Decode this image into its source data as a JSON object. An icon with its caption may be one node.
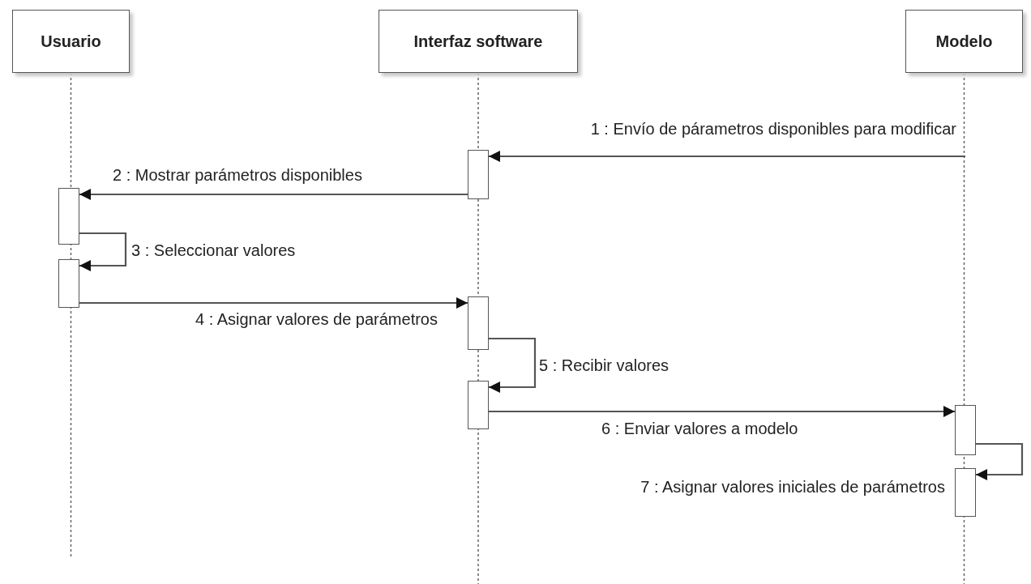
{
  "diagram": {
    "nodes": [
      {
        "text": [
          "Usuario"
        ]
      },
      {
        "text": [
          "Interfaz software"
        ]
      },
      {
        "text": [
          "Modelo"
        ]
      },
      {
        "text": [],
        "shape": "bar"
      },
      {
        "text": [],
        "shape": "bar"
      },
      {
        "text": [],
        "shape": "bar"
      },
      {
        "text": [],
        "shape": "bar"
      },
      {
        "text": [],
        "shape": "bar"
      },
      {
        "text": [],
        "shape": "bar"
      },
      {
        "text": [],
        "shape": "bar"
      }
    ],
    "edges": [
      {
        "from": null,
        "to": 3,
        "arrow": "to",
        "label": "1 : Envío de párametros disponibles para modificar"
      },
      {
        "from": 3,
        "to": 4,
        "arrow": "to",
        "label": "2 : Mostrar parámetros disponibles"
      },
      {
        "from": 4,
        "to": 5,
        "arrow": "to",
        "label": "3 : Seleccionar valores"
      },
      {
        "from": 5,
        "to": 6,
        "arrow": "to",
        "label": "4 : Asignar valores de parámetros"
      },
      {
        "from": 6,
        "to": 7,
        "arrow": "to",
        "label": "5 : Recibir valores"
      },
      {
        "from": 7,
        "to": 8,
        "arrow": "to",
        "label": "6 : Enviar valores a modelo"
      },
      {
        "from": 8,
        "to": 9,
        "arrow": "to",
        "label": "7 : Asignar valores iniciales de parámetros"
      }
    ]
  }
}
